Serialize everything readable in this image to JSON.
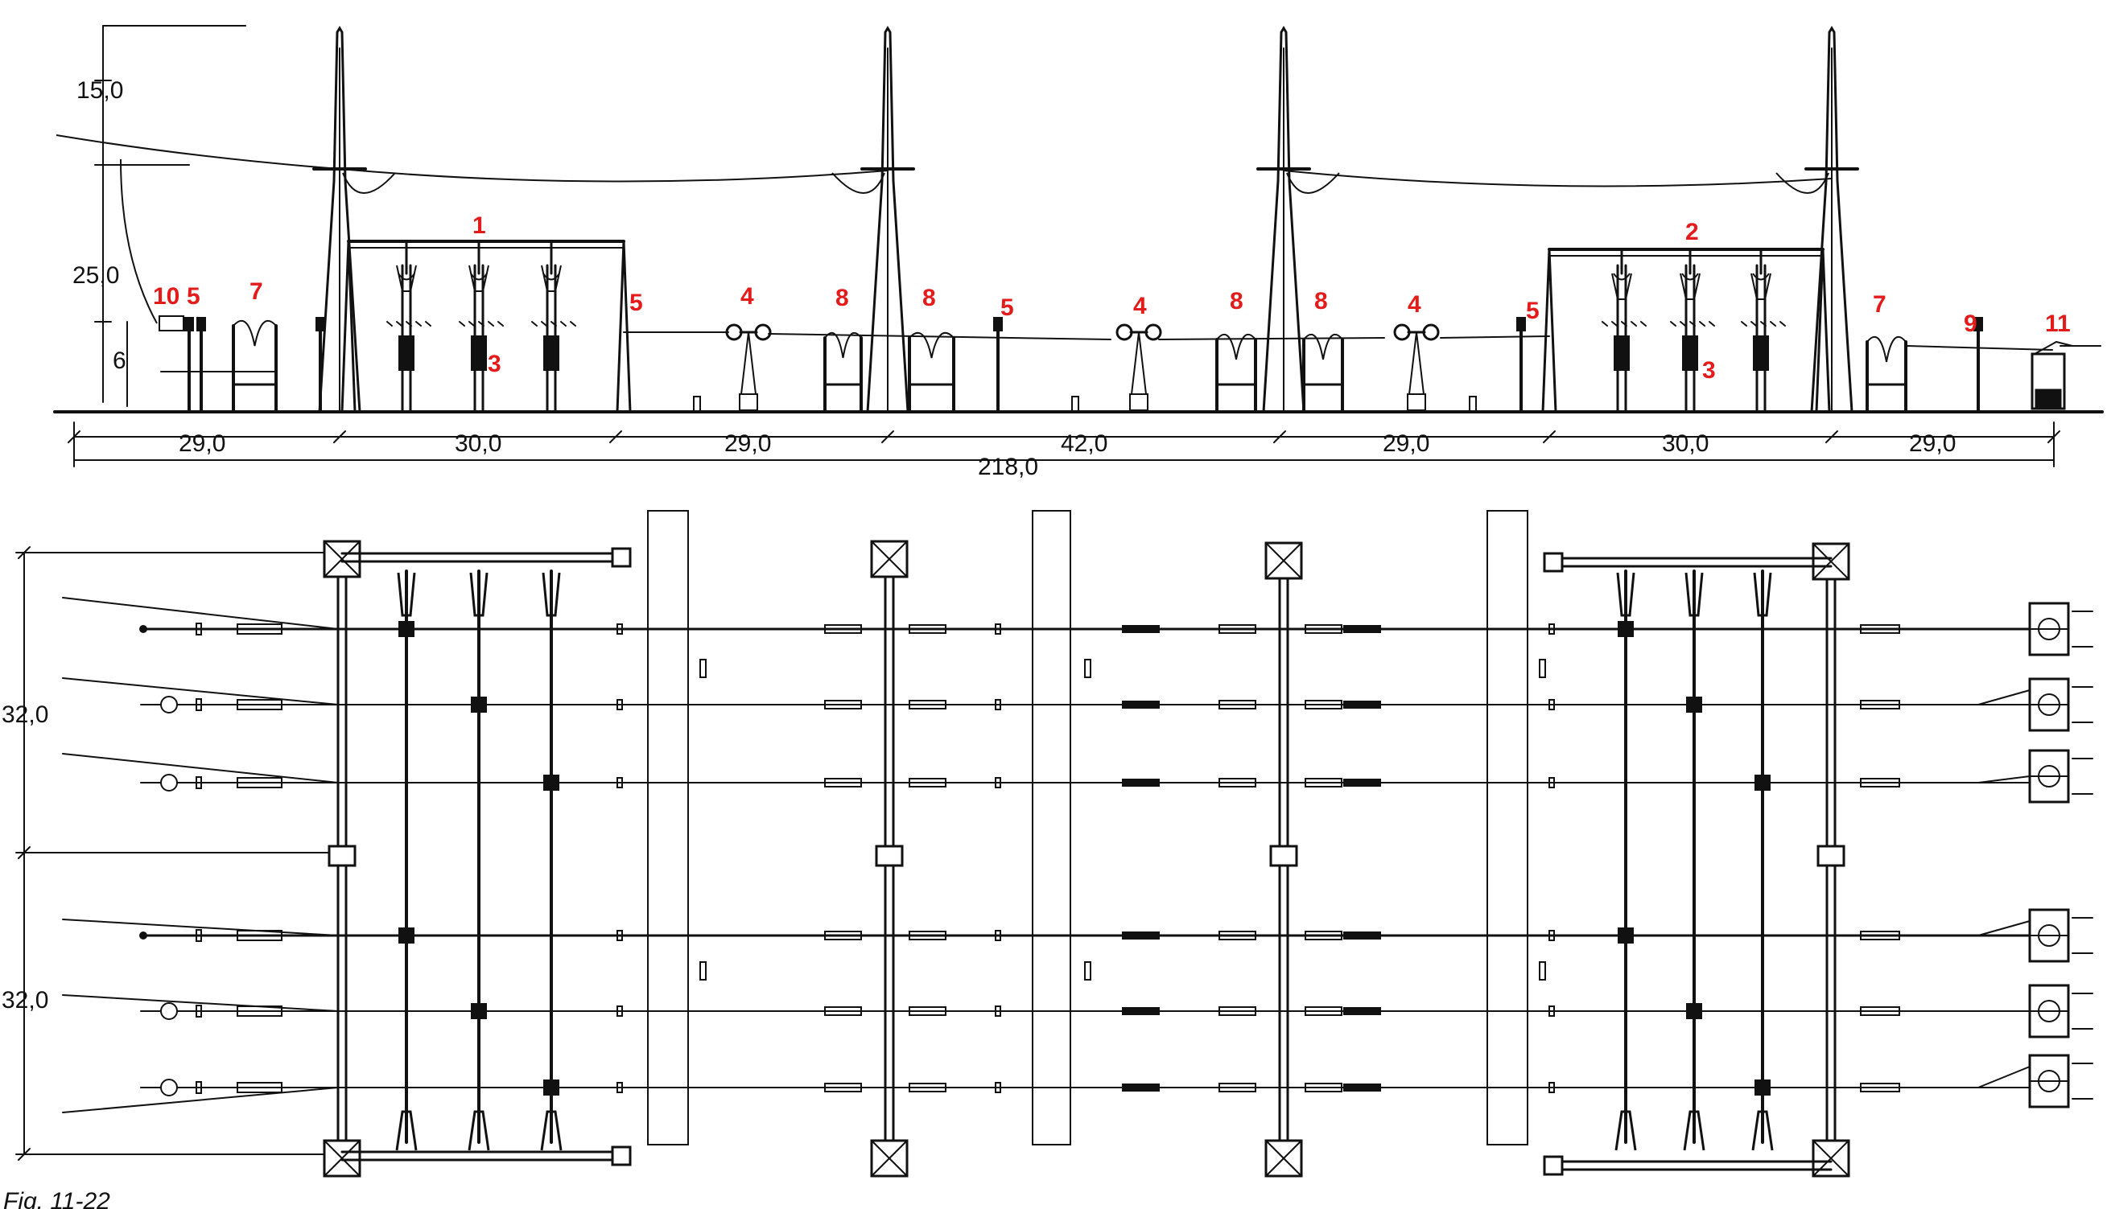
{
  "figure": {
    "caption": "Fig. 11-22",
    "colors": {
      "ink": "#111111",
      "label": "#e31b1b",
      "paper": "#ffffff"
    }
  },
  "elevation": {
    "heights": {
      "top": "15,0",
      "middle": "25,0",
      "bottom": "6"
    },
    "bay_spacings": [
      "29,0",
      "30,0",
      "29,0",
      "42,0",
      "29,0",
      "30,0",
      "29,0"
    ],
    "total_length": "218,0",
    "labels": [
      "10",
      "5",
      "7",
      "1",
      "3",
      "5",
      "4",
      "8",
      "8",
      "5",
      "4",
      "8",
      "8",
      "4",
      "5",
      "2",
      "3",
      "7",
      "9",
      "11"
    ]
  },
  "plan": {
    "widths": [
      "32,0",
      "32,0"
    ]
  }
}
